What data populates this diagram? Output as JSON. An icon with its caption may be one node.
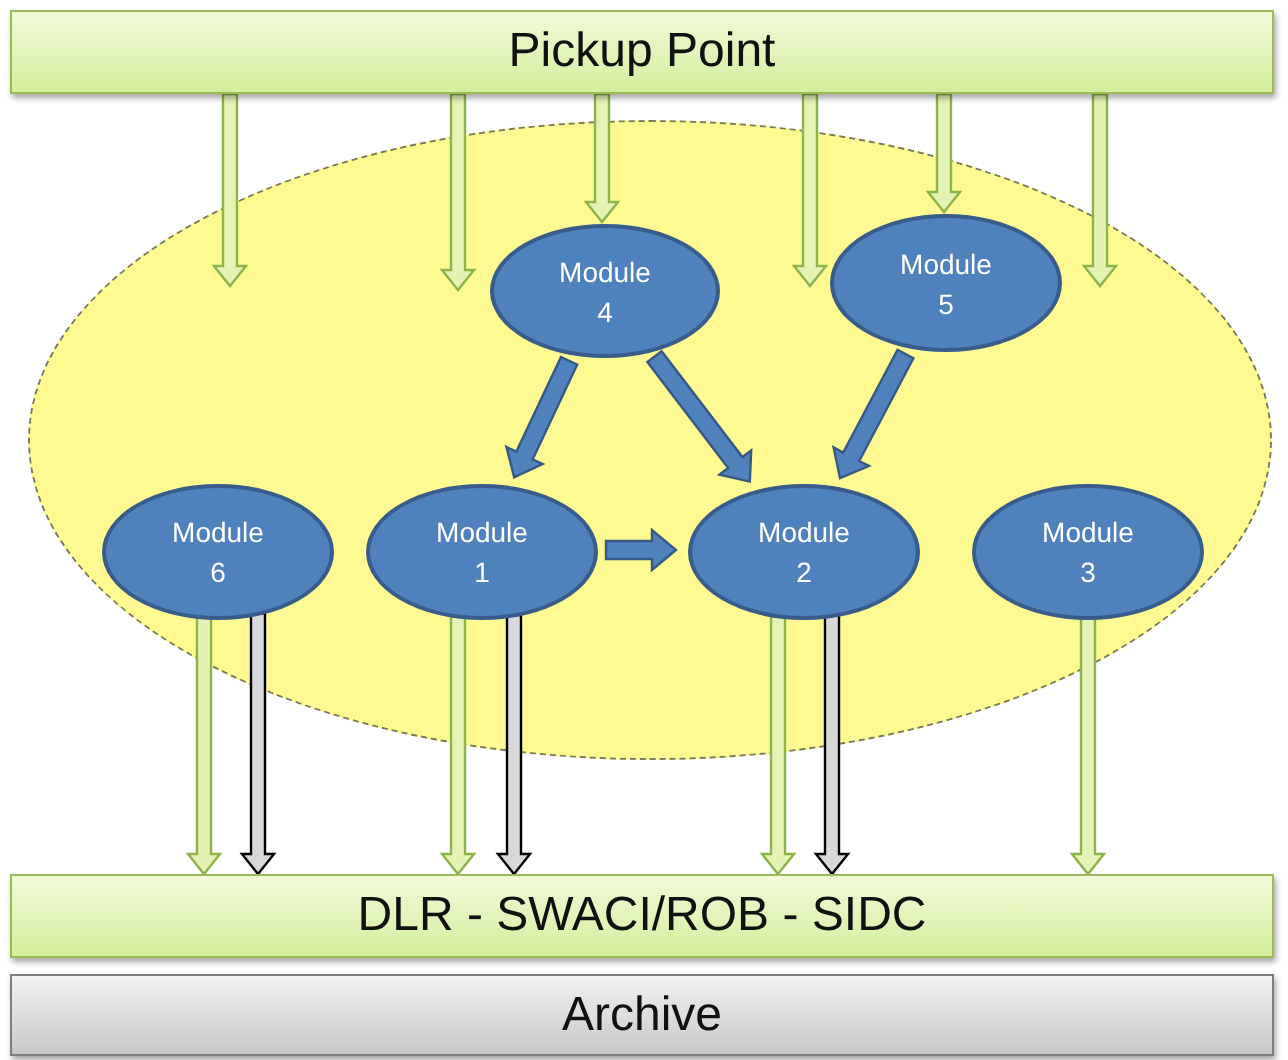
{
  "diagram": {
    "nodes": [
      {
        "text": [
          "Pickup Point"
        ]
      },
      {
        "text": [],
        "shape": "ellipse"
      },
      {
        "text": [
          "Module 4"
        ],
        "in": 1
      },
      {
        "text": [
          "Module 5"
        ],
        "in": 1
      },
      {
        "text": [
          "Module 6"
        ],
        "in": 1
      },
      {
        "text": [
          "Module 1"
        ],
        "in": 1
      },
      {
        "text": [
          "Module 2"
        ],
        "in": 1
      },
      {
        "text": [
          "Module 3"
        ],
        "in": 1
      },
      {
        "text": [
          "DLR - SWACI/ROB - SIDC"
        ]
      },
      {
        "text": [
          "Archive"
        ]
      }
    ],
    "edges": [
      {
        "from": 0,
        "to": null,
        "arrow": "to"
      },
      {
        "from": 0,
        "to": null,
        "arrow": "to"
      },
      {
        "from": 0,
        "to": 2,
        "arrow": "to"
      },
      {
        "from": 0,
        "to": null,
        "arrow": "to"
      },
      {
        "from": 0,
        "to": 3,
        "arrow": "to"
      },
      {
        "from": 0,
        "to": null,
        "arrow": "to"
      },
      {
        "from": 2,
        "to": 5,
        "arrow": "to",
        "style": "thick",
        "color": "#4f81bd"
      },
      {
        "from": 2,
        "to": 6,
        "arrow": "to",
        "style": "thick",
        "color": "#4f81bd"
      },
      {
        "from": 3,
        "to": 6,
        "arrow": "to",
        "style": "thick",
        "color": "#4f81bd"
      },
      {
        "from": 5,
        "to": 6,
        "arrow": "to",
        "style": "thick",
        "color": "#4f81bd"
      },
      {
        "from": 4,
        "to": 8,
        "arrow": "to"
      },
      {
        "from": 4,
        "to": 8,
        "arrow": "to",
        "color": "#d9d9d9"
      },
      {
        "from": 5,
        "to": 8,
        "arrow": "to"
      },
      {
        "from": 5,
        "to": 8,
        "arrow": "to",
        "color": "#d9d9d9"
      },
      {
        "from": 6,
        "to": 8,
        "arrow": "to"
      },
      {
        "from": 6,
        "to": 8,
        "arrow": "to",
        "color": "#d9d9d9"
      },
      {
        "from": 7,
        "to": 8,
        "arrow": "to"
      }
    ]
  }
}
